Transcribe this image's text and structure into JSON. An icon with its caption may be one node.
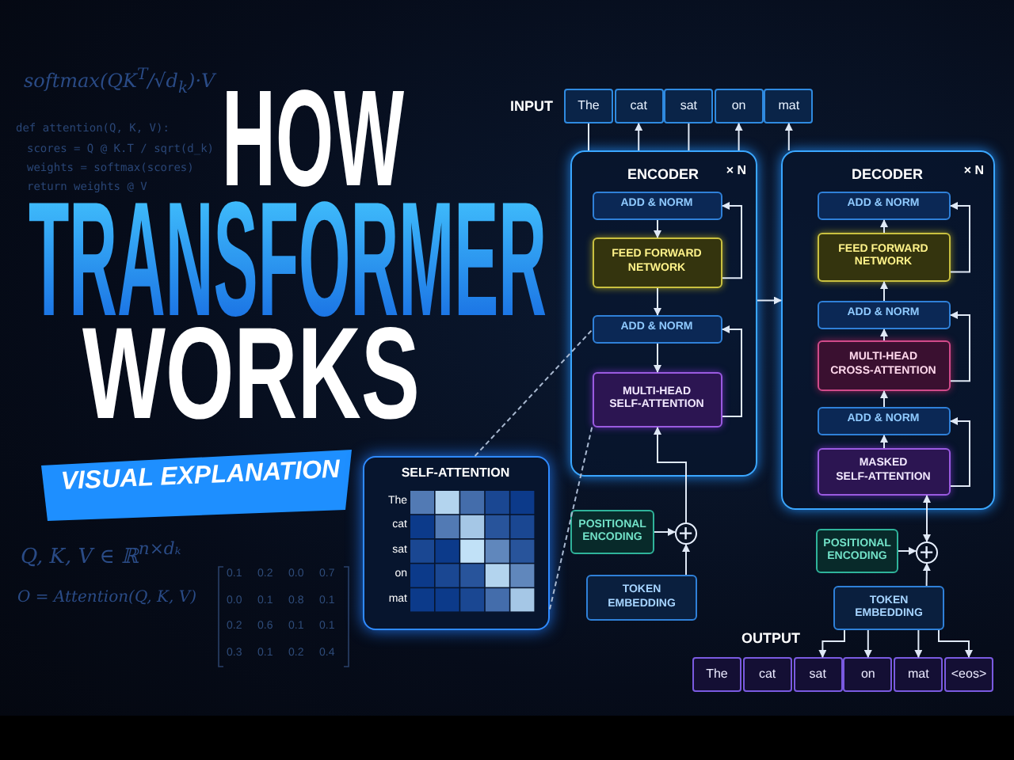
{
  "diagram": {
    "title": "HOW TRANSFORMER WORKS",
    "nodes": [
      {
        "text": [
          "ENCODER",
          "× N"
        ]
      },
      {
        "text": [
          "ADD & NORM"
        ],
        "in": 0
      },
      {
        "text": [
          "FEED FORWARD NETWORK"
        ],
        "in": 0
      },
      {
        "text": [
          "ADD & NORM"
        ],
        "in": 0
      },
      {
        "text": [
          "MULTI-HEAD SELF-ATTENTION"
        ],
        "in": 0
      },
      {
        "text": [
          "DECODER",
          "× N"
        ]
      },
      {
        "text": [
          "ADD & NORM"
        ],
        "in": 5
      },
      {
        "text": [
          "FEED FORWARD NETWORK"
        ],
        "in": 5
      },
      {
        "text": [
          "ADD & NORM"
        ],
        "in": 5
      },
      {
        "text": [
          "MULTI-HEAD CROSS-ATTENTION"
        ],
        "in": 5
      },
      {
        "text": [
          "ADD & NORM"
        ],
        "in": 5
      },
      {
        "text": [
          "MASKED SELF-ATTENTION"
        ],
        "in": 5
      },
      {
        "text": [
          "The"
        ]
      },
      {
        "text": [
          "cat"
        ]
      },
      {
        "text": [
          "sat"
        ]
      },
      {
        "text": [
          "on"
        ]
      },
      {
        "text": [
          "mat"
        ]
      },
      {
        "text": [
          "SELF-ATTENTION",
          "The",
          "cat",
          "sat",
          "on",
          "mat"
        ]
      },
      {
        "text": [
          "POSITIONAL ENCODING"
        ]
      },
      {
        "text": [],
        "shape": "circle"
      },
      {
        "text": [
          "TOKEN EMBEDDING"
        ]
      },
      {
        "text": [
          "POSITIONAL ENCODING"
        ]
      },
      {
        "text": [],
        "shape": "circle"
      },
      {
        "text": [
          "TOKEN EMBEDDING"
        ]
      },
      {
        "text": [
          "The"
        ]
      },
      {
        "text": [
          "cat"
        ]
      },
      {
        "text": [
          "sat"
        ]
      },
      {
        "text": [
          "on"
        ]
      },
      {
        "text": [
          "mat"
        ]
      },
      {
        "text": [
          "<eos>"
        ]
      }
    ],
    "edges": [
      {
        "from": 1,
        "to": 2,
        "arrow": "to"
      },
      {
        "from": 2,
        "to": 3,
        "arrow": "to"
      },
      {
        "from": 3,
        "to": 4,
        "arrow": "to"
      },
      {
        "from": 2,
        "to": 1,
        "arrow": "to"
      },
      {
        "from": 4,
        "to": 3,
        "arrow": "to"
      },
      {
        "from": 19,
        "to": 4,
        "arrow": "to"
      },
      {
        "from": 18,
        "to": 19,
        "arrow": "to"
      },
      {
        "from": 20,
        "to": 19,
        "arrow": "to"
      },
      {
        "from": 0,
        "to": 12,
        "arrow": "none"
      },
      {
        "from": 0,
        "to": 13,
        "arrow": "to"
      },
      {
        "from": 0,
        "to": 14,
        "arrow": "none"
      },
      {
        "from": 0,
        "to": 15,
        "arrow": "to"
      },
      {
        "from": 5,
        "to": 16,
        "arrow": "to"
      },
      {
        "from": 0,
        "to": 5,
        "arrow": "to"
      },
      {
        "from": 7,
        "to": 6,
        "arrow": "to"
      },
      {
        "from": 8,
        "to": 7,
        "arrow": "to"
      },
      {
        "from": 9,
        "to": 8,
        "arrow": "to"
      },
      {
        "from": 10,
        "to": 9,
        "arrow": "to"
      },
      {
        "from": 11,
        "to": 10,
        "arrow": "to"
      },
      {
        "from": 7,
        "to": 6,
        "arrow": "to"
      },
      {
        "from": 9,
        "to": 8,
        "arrow": "to"
      },
      {
        "from": 11,
        "to": 10,
        "arrow": "to"
      },
      {
        "from": 22,
        "to": 11,
        "arrow": "both"
      },
      {
        "from": 21,
        "to": 22,
        "arrow": "to"
      },
      {
        "from": 23,
        "to": 22,
        "arrow": "to"
      },
      {
        "from": 23,
        "to": 26,
        "arrow": "to"
      },
      {
        "from": 23,
        "to": 27,
        "arrow": "to"
      },
      {
        "from": 23,
        "to": 28,
        "arrow": "to"
      },
      {
        "from": 23,
        "to": 29,
        "arrow": "to"
      },
      {
        "from": 17,
        "to": 3,
        "arrow": "none",
        "style": "dashed"
      },
      {
        "from": 17,
        "to": 4,
        "arrow": "none",
        "style": "dashed"
      }
    ],
    "labels": [
      "softmax(QK$^{T}$/√d$_{k}$)·V",
      "def attention(Q, K, V):",
      "scores = Q @ K.T / sqrt(d_k)",
      "weights = softmax(scores)",
      "return weights @ V",
      "VISUAL EXPLANATION",
      "INPUT",
      "Q, K, V ∈ ℝ$^{n×dₖ}$",
      "O = Attention(Q, K, V)",
      "0.1",
      "0.2",
      "0.0",
      "0.7",
      "0.0",
      "0.1",
      "0.8",
      "0.1",
      "0.2",
      "0.6",
      "0.1",
      "0.1",
      "0.3",
      "0.1",
      "0.2",
      "0.4",
      "OUTPUT"
    ]
  }
}
